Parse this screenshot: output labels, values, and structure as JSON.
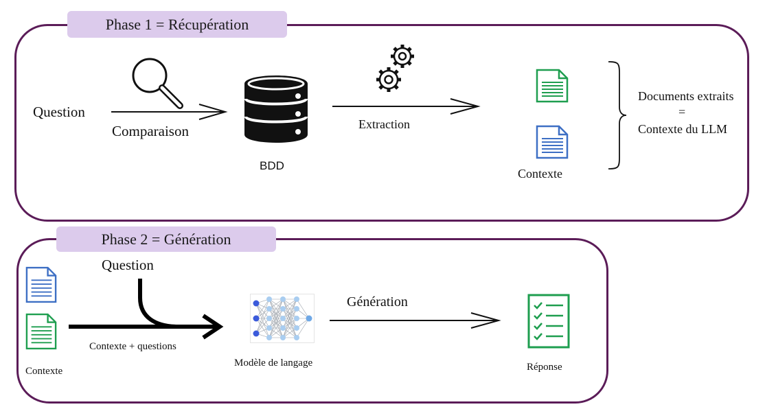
{
  "phase1": {
    "title": "Phase 1 = Récupération",
    "question_label": "Question",
    "comparison_label": "Comparaison",
    "db_label": "BDD",
    "extraction_label": "Extraction",
    "context_label": "Contexte",
    "summary_line1": "Documents extraits",
    "summary_equals": "=",
    "summary_line2": "Contexte du LLM"
  },
  "phase2": {
    "title": "Phase 2 = Génération",
    "question_label": "Question",
    "context_label": "Contexte",
    "combined_label": "Contexte + questions",
    "model_label": "Modèle de langage",
    "generation_label": "Génération",
    "answer_label": "Réponse"
  },
  "colors": {
    "panel_border": "#5b1c58",
    "tab_fill": "#dccbec",
    "doc_green": "#1e9e4f",
    "doc_blue": "#3d6fc4",
    "nn_dark": "#3b5bdb",
    "nn_light": "#a9cdf0"
  }
}
